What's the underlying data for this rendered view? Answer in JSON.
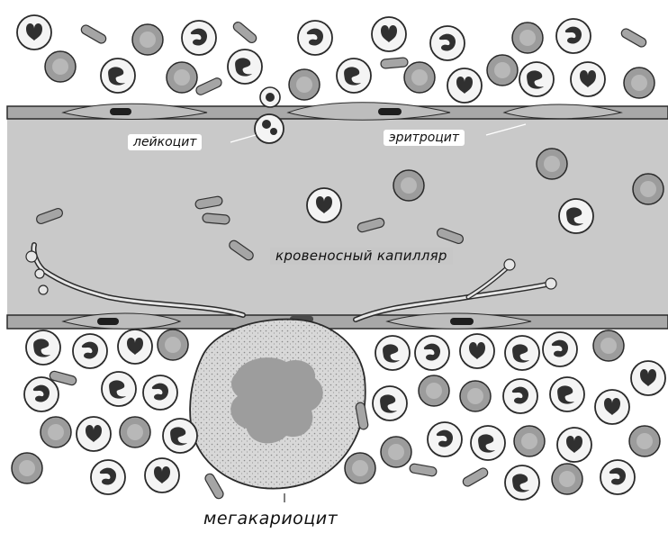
{
  "labels": {
    "leukocyte": "лейкоцит",
    "erythrocyte": "эритроцит",
    "capillary": "кровеносный капилляр",
    "megakaryocyte": "мегакариоцит"
  },
  "colors": {
    "lumen": "#c9c9c9",
    "wall": "#a8a8a8",
    "cell_outline": "#2a2a2a",
    "nucleus": "#2e2e2e",
    "erythrocyte_fill": "#9a9a9a",
    "megakaryocyte_fill": "#d6d6d6",
    "megakaryocyte_nucleus": "#9d9d9d"
  }
}
